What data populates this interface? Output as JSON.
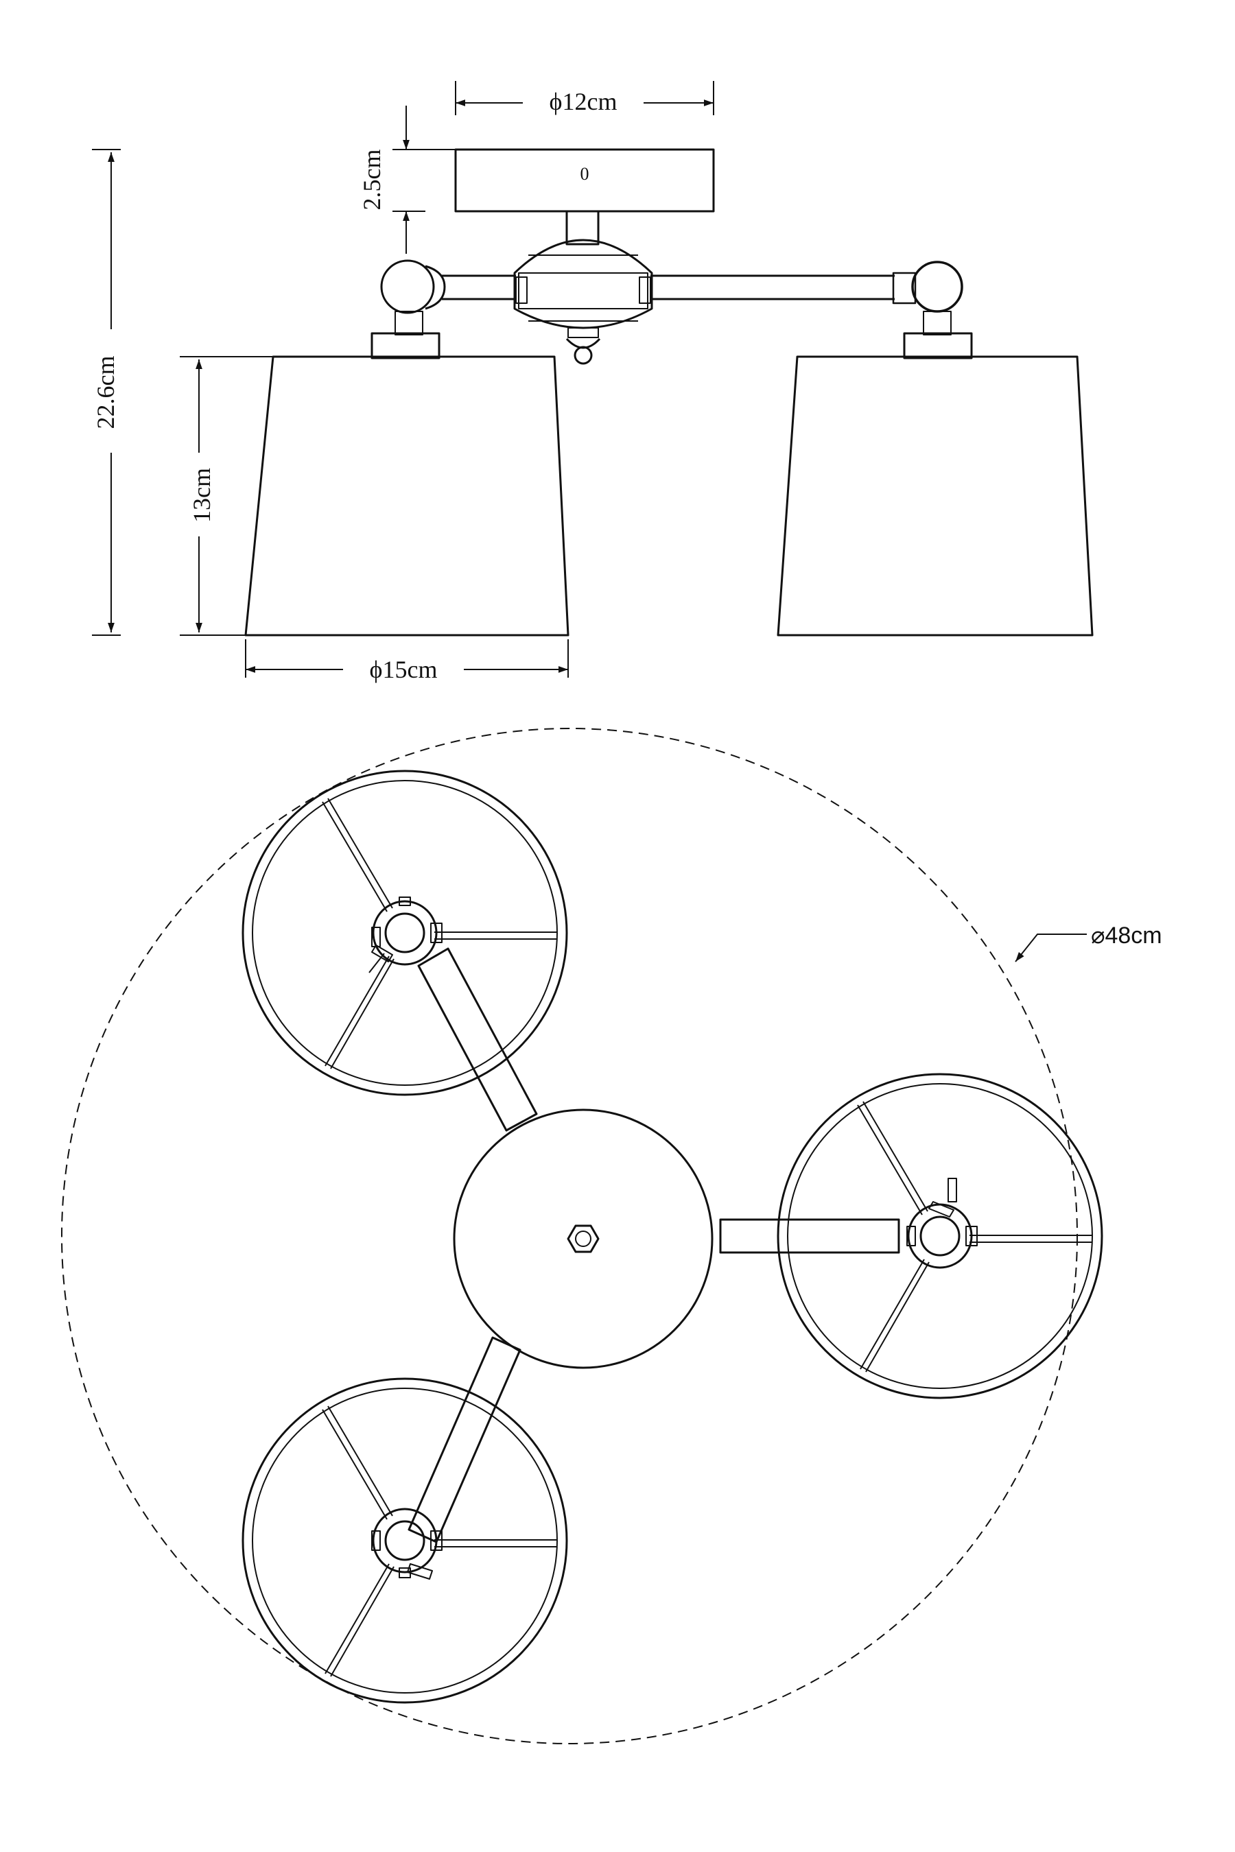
{
  "dimensions": {
    "canopy_diameter": "ϕ12cm",
    "canopy_height": "2.5cm",
    "total_height": "22.6cm",
    "shade_height": "13cm",
    "shade_diameter": "ϕ15cm",
    "overall_diameter": "⌀48cm"
  },
  "canopy_screw_label": "0",
  "colors": {
    "line": "#111111",
    "background": "#ffffff"
  },
  "icons": [
    "arrowhead-icon",
    "hex-nut-icon",
    "lamp-socket-icon"
  ]
}
